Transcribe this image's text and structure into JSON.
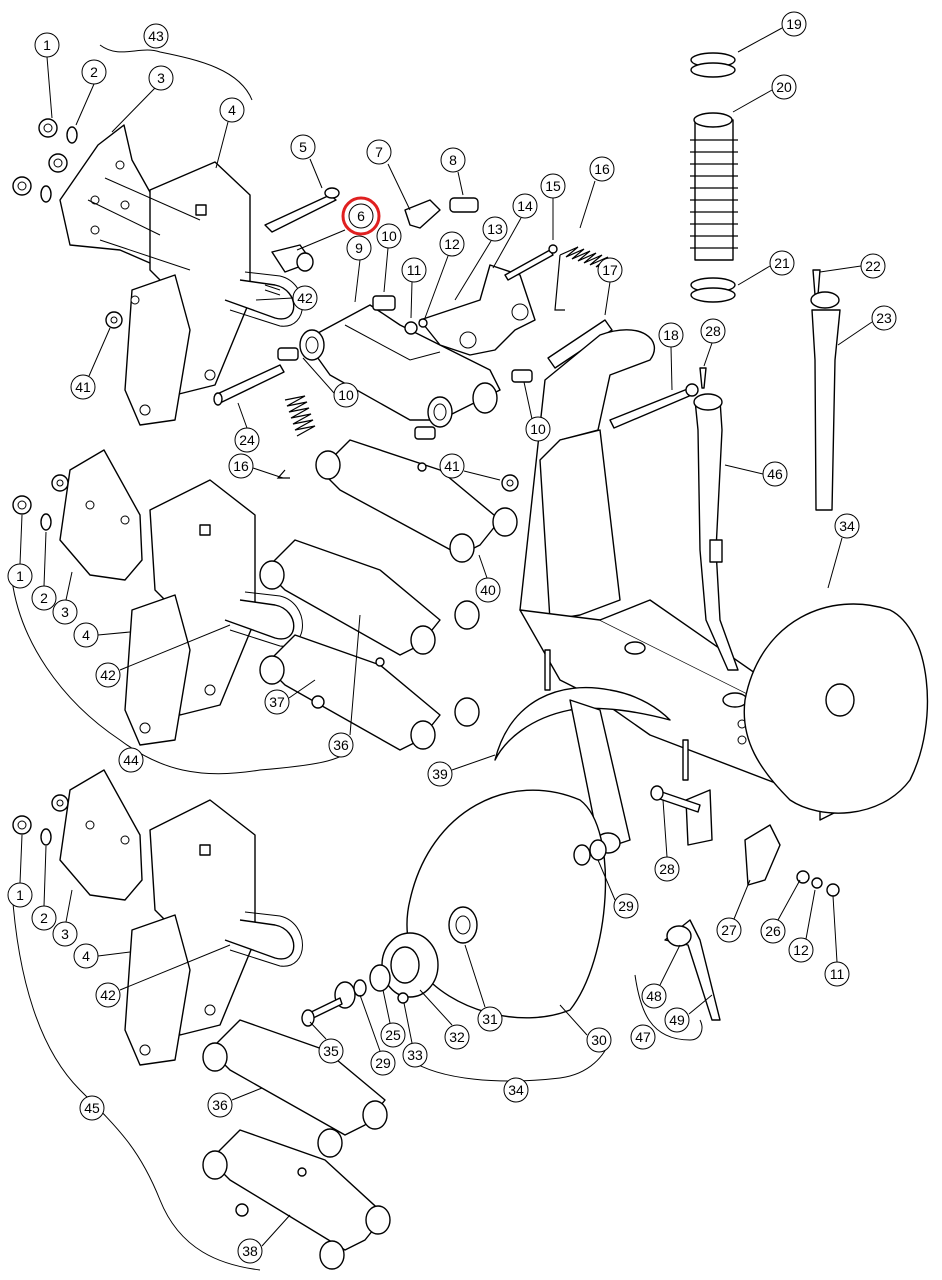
{
  "highlight": {
    "callout": "6",
    "color": "#e02020"
  },
  "callouts": [
    {
      "label": "1"
    },
    {
      "label": "2"
    },
    {
      "label": "3"
    },
    {
      "label": "4"
    },
    {
      "label": "43"
    },
    {
      "label": "5"
    },
    {
      "label": "6"
    },
    {
      "label": "7"
    },
    {
      "label": "8"
    },
    {
      "label": "9"
    },
    {
      "label": "10"
    },
    {
      "label": "11"
    },
    {
      "label": "12"
    },
    {
      "label": "13"
    },
    {
      "label": "14"
    },
    {
      "label": "15"
    },
    {
      "label": "16"
    },
    {
      "label": "17"
    },
    {
      "label": "18"
    },
    {
      "label": "19"
    },
    {
      "label": "20"
    },
    {
      "label": "21"
    },
    {
      "label": "22"
    },
    {
      "label": "23"
    },
    {
      "label": "28"
    },
    {
      "label": "42"
    },
    {
      "label": "41"
    },
    {
      "label": "10"
    },
    {
      "label": "24"
    },
    {
      "label": "10"
    },
    {
      "label": "16"
    },
    {
      "label": "41"
    },
    {
      "label": "46"
    },
    {
      "label": "34"
    },
    {
      "label": "40"
    },
    {
      "label": "1"
    },
    {
      "label": "2"
    },
    {
      "label": "3"
    },
    {
      "label": "4"
    },
    {
      "label": "42"
    },
    {
      "label": "37"
    },
    {
      "label": "36"
    },
    {
      "label": "44"
    },
    {
      "label": "39"
    },
    {
      "label": "28"
    },
    {
      "label": "29"
    },
    {
      "label": "27"
    },
    {
      "label": "26"
    },
    {
      "label": "12"
    },
    {
      "label": "11"
    },
    {
      "label": "48"
    },
    {
      "label": "49"
    },
    {
      "label": "47"
    },
    {
      "label": "1"
    },
    {
      "label": "2"
    },
    {
      "label": "3"
    },
    {
      "label": "4"
    },
    {
      "label": "42"
    },
    {
      "label": "45"
    },
    {
      "label": "36"
    },
    {
      "label": "38"
    },
    {
      "label": "35"
    },
    {
      "label": "29"
    },
    {
      "label": "25"
    },
    {
      "label": "33"
    },
    {
      "label": "32"
    },
    {
      "label": "31"
    },
    {
      "label": "30"
    },
    {
      "label": "34"
    }
  ]
}
